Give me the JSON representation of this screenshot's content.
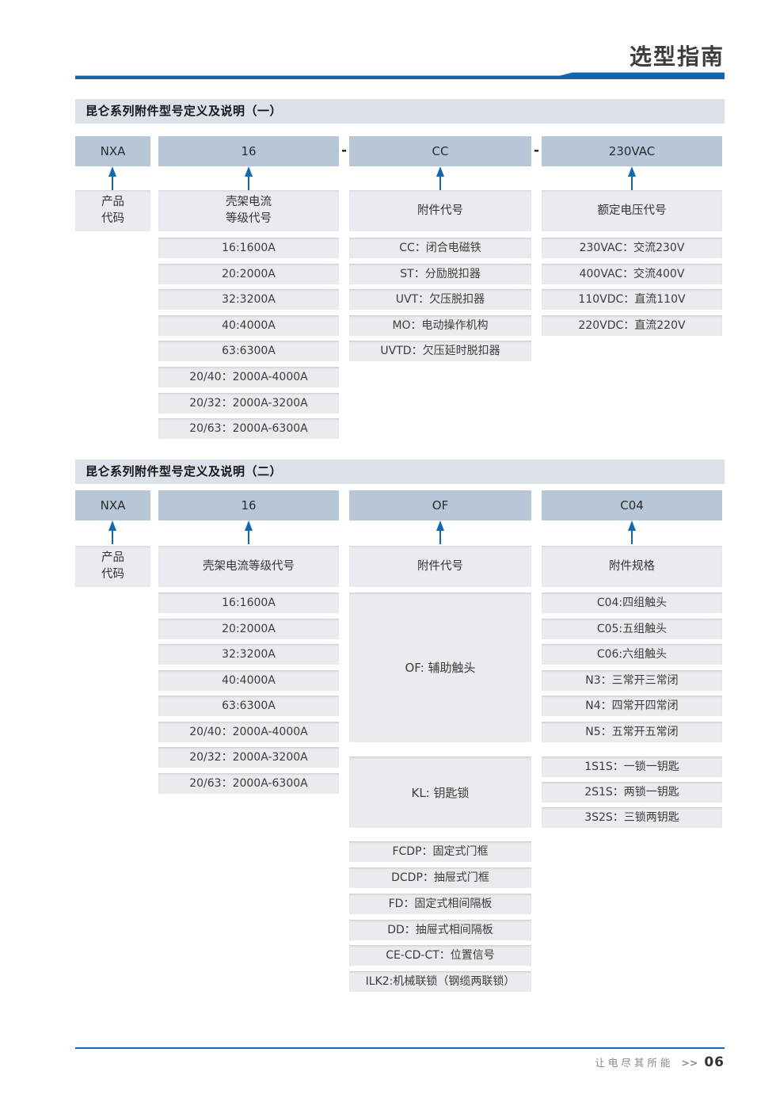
{
  "page": {
    "title": "选型指南",
    "footer_slogan": "让电尽其所能",
    "footer_sep": ">>",
    "footer_page": "06"
  },
  "colors": {
    "accent_blue": "#1268b0",
    "code_box_blue": "#b8c7d8",
    "section_bar_gray": "#dce1e9",
    "row_gray": "#e9ebed"
  },
  "section1": {
    "header": "昆仑系列附件型号定义及说明（一）",
    "dash": "-",
    "codes": {
      "product": "NXA",
      "frame": "16",
      "accessory": "CC",
      "voltage": "230VAC"
    },
    "labels": {
      "product_line1": "产品",
      "product_line2": "代码",
      "frame_line1": "壳架电流",
      "frame_line2": "等级代号",
      "accessory": "附件代号",
      "voltage": "额定电压代号"
    },
    "frame_items": [
      "16:1600A",
      "20:2000A",
      "32:3200A",
      "40:4000A",
      "63:6300A",
      "20/40：2000A-4000A",
      "20/32：2000A-3200A",
      "20/63：2000A-6300A"
    ],
    "accessory_items": [
      "CC：闭合电磁铁",
      "ST：分励脱扣器",
      "UVT：欠压脱扣器",
      "MO：电动操作机构",
      "UVTD：欠压延时脱扣器"
    ],
    "voltage_items": [
      "230VAC：交流230V",
      "400VAC：交流400V",
      "110VDC：直流110V",
      "220VDC：直流220V"
    ]
  },
  "section2": {
    "header": "昆仑系列附件型号定义及说明（二）",
    "codes": {
      "product": "NXA",
      "frame": "16",
      "accessory": "OF",
      "spec": "C04"
    },
    "labels": {
      "product_line1": "产品",
      "product_line2": "代码",
      "frame": "壳架电流等级代号",
      "accessory": "附件代号",
      "spec": "附件规格"
    },
    "frame_items": [
      "16:1600A",
      "20:2000A",
      "32:3200A",
      "40:4000A",
      "63:6300A",
      "20/40：2000A-4000A",
      "20/32：2000A-3200A",
      "20/63：2000A-6300A"
    ],
    "accessory_of": "OF: 辅助触头",
    "accessory_kl": "KL: 钥匙锁",
    "accessory_items": [
      "FCDP：固定式门框",
      "DCDP：抽屉式门框",
      "FD：固定式相间隔板",
      "DD：抽屉式相间隔板",
      "CE-CD-CT：位置信号",
      "ILK2:机械联锁（钢缆两联锁）"
    ],
    "spec_contact_items": [
      "C04:四组触头",
      "C05:五组触头",
      "C06:六组触头",
      "N3：三常开三常闭",
      "N4：四常开四常闭",
      "N5：五常开五常闭"
    ],
    "spec_lock_items": [
      "1S1S：一锁一钥匙",
      "2S1S：两锁一钥匙",
      "3S2S：三锁两钥匙"
    ]
  }
}
